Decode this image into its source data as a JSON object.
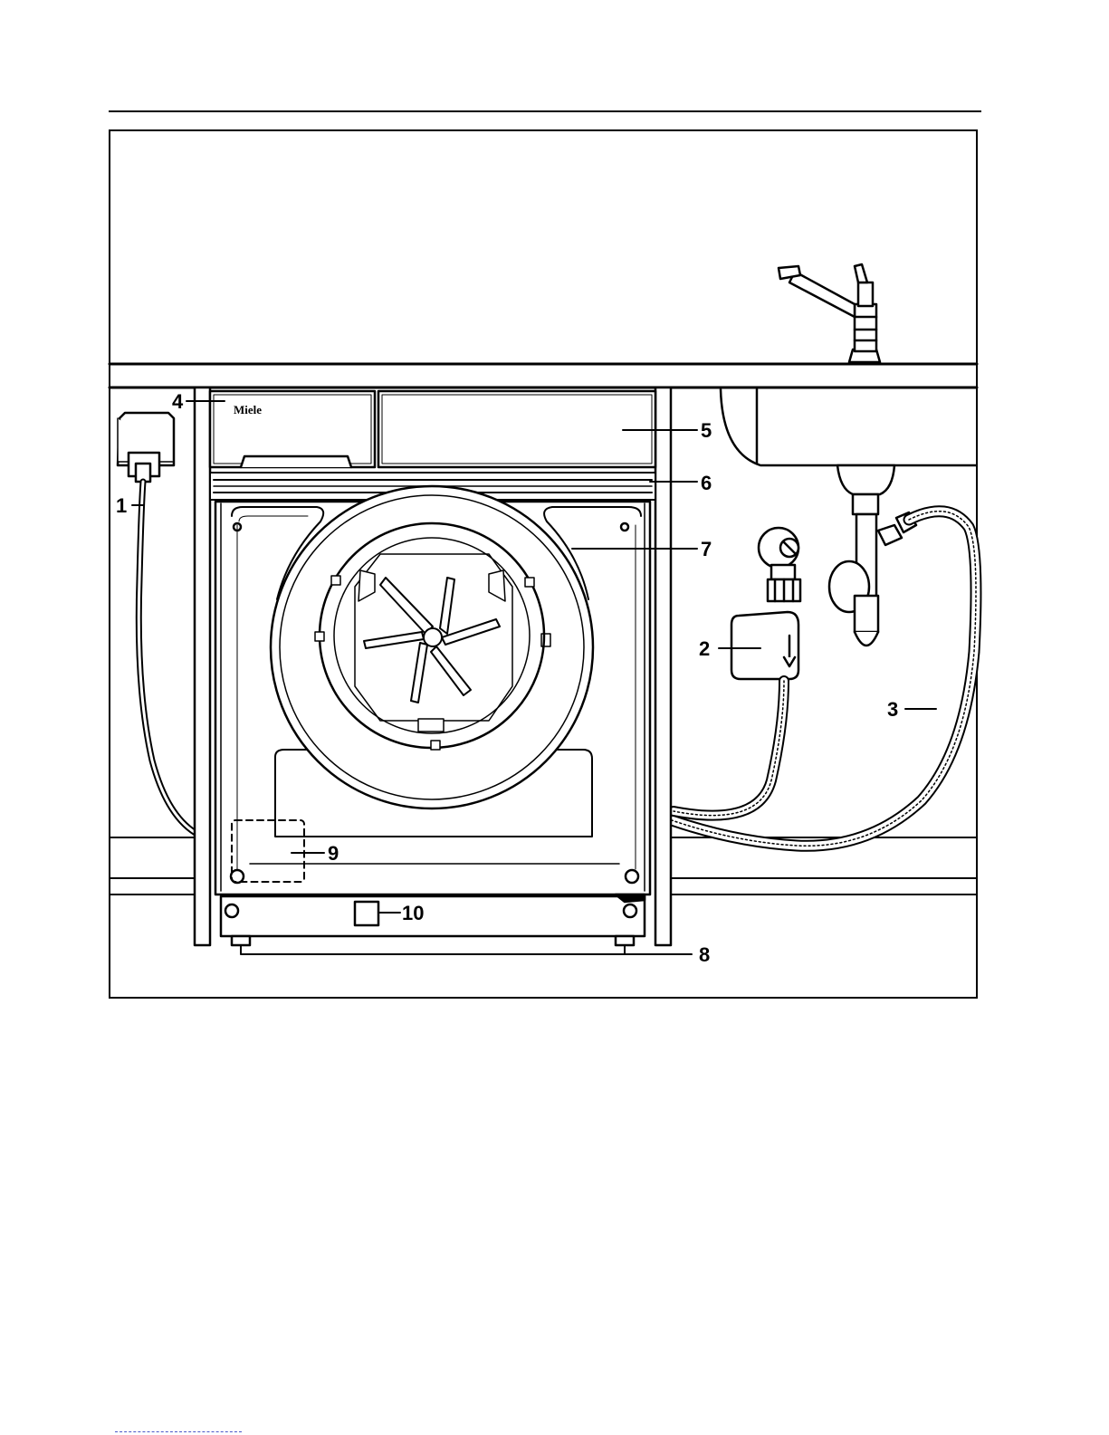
{
  "figure": {
    "brand_label": "Miele",
    "callouts": [
      {
        "id": "1",
        "text": "1"
      },
      {
        "id": "2",
        "text": "2"
      },
      {
        "id": "3",
        "text": "3"
      },
      {
        "id": "4",
        "text": "4"
      },
      {
        "id": "5",
        "text": "5"
      },
      {
        "id": "6",
        "text": "6"
      },
      {
        "id": "7",
        "text": "7"
      },
      {
        "id": "8",
        "text": "8"
      },
      {
        "id": "9",
        "text": "9"
      },
      {
        "id": "10",
        "text": "10"
      }
    ]
  }
}
